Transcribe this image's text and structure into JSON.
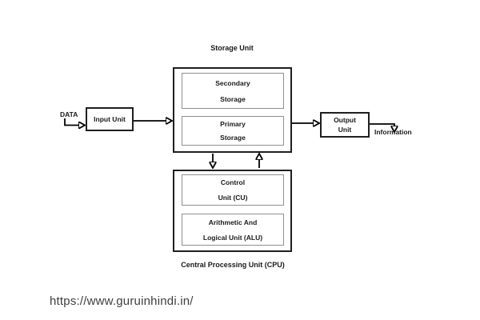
{
  "colors": {
    "background": "#ffffff",
    "outer_box_border": "#1f1f1f",
    "inner_box_border": "#8f8f8f",
    "arrow": "#000000",
    "label_text": "#1a1a1a",
    "url_text": "#3f3f3f"
  },
  "diagram": {
    "storage_unit": {
      "title": "Storage Unit",
      "secondary_storage": [
        "Secondary",
        "Storage"
      ],
      "primary_storage": [
        "Primary",
        "Storage"
      ]
    },
    "input_unit": {
      "label": "Input Unit"
    },
    "output_unit": {
      "lines": [
        "Output",
        "Unit"
      ]
    },
    "cpu": {
      "title": "Central Processing Unit (CPU)",
      "control_unit": [
        "Control",
        "Unit (CU)"
      ],
      "alu": [
        "Arithmetic And",
        "Logical Unit (ALU)"
      ]
    },
    "io_labels": {
      "input": "DATA",
      "output": "Information"
    }
  },
  "footer": {
    "url": "https://www.guruinhindi.in/"
  }
}
